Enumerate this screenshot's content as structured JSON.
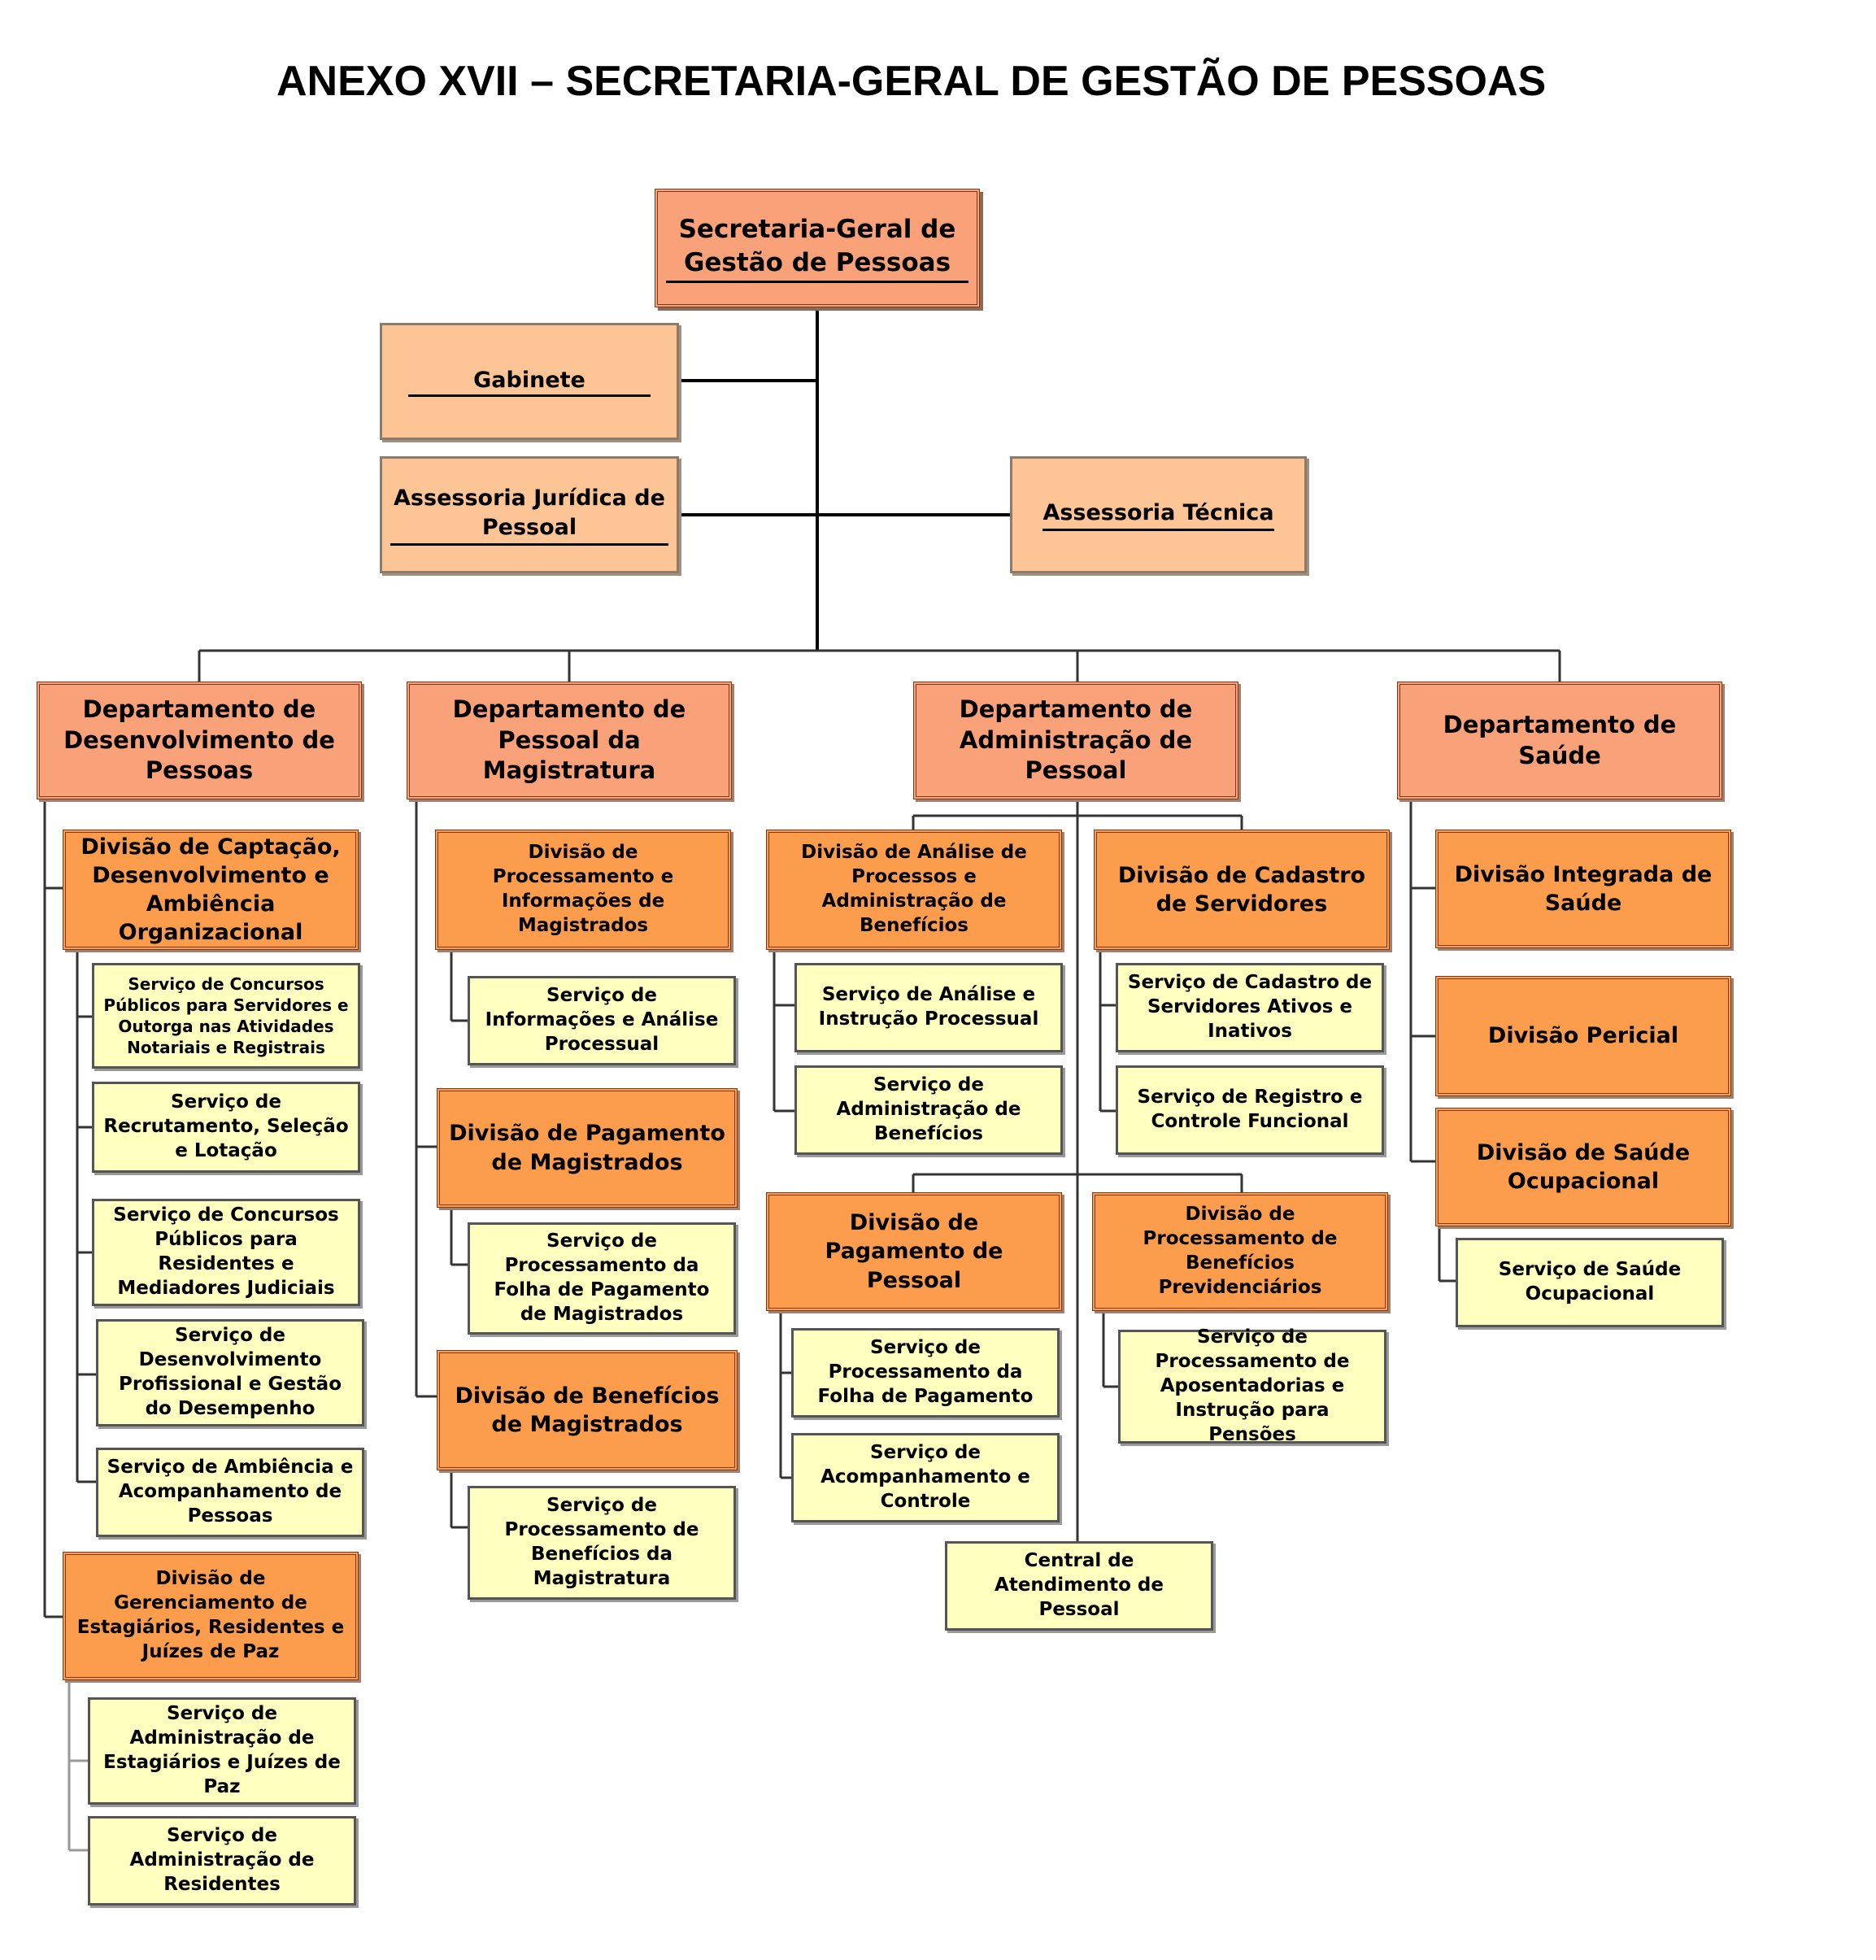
{
  "title": "ANEXO XVII – SECRETARIA-GERAL DE GESTÃO DE PESSOAS",
  "colors": {
    "top_box": "#f9a179",
    "staff_box": "#fdc596",
    "department_box": "#f9a179",
    "division_box": "#fb9d4d",
    "service_box": "#ffffbf"
  },
  "org": {
    "root": "Secretaria-Geral de Gestão de Pessoas",
    "gabinete": "Gabinete",
    "assessoria_juridica": "Assessoria Jurídica de Pessoal",
    "assessoria_tecnica": "Assessoria Técnica",
    "dept_desenvolvimento": {
      "name": "Departamento de Desenvolvimento de Pessoas",
      "div_captacao": "Divisão de Captação, Desenvolvimento e Ambiência Organizacional",
      "serv_concursos_servidores": "Serviço de Concursos Públicos para Servidores e Outorga nas Atividades Notariais e Registrais",
      "serv_recrutamento": "Serviço de Recrutamento, Seleção e Lotação",
      "serv_concursos_residentes": "Serviço de Concursos Públicos para Residentes e Mediadores Judiciais",
      "serv_desenvolvimento": "Serviço de Desenvolvimento Profissional e Gestão do Desempenho",
      "serv_ambiencia": "Serviço de Ambiência e Acompanhamento de Pessoas",
      "div_estagiarios": "Divisão de Gerenciamento de Estagiários, Residentes e Juízes de Paz",
      "serv_adm_estagiarios": "Serviço de Administração de Estagiários e Juízes de Paz",
      "serv_adm_residentes": "Serviço de Administração de Residentes"
    },
    "dept_magistratura": {
      "name": "Departamento de Pessoal da Magistratura",
      "div_processamento": "Divisão de Processamento e Informações de Magistrados",
      "serv_informacoes": "Serviço de Informações e Análise Processual",
      "div_pagamento": "Divisão de Pagamento de Magistrados",
      "serv_folha_magistrados": "Serviço de Processamento da Folha de Pagamento de Magistrados",
      "div_beneficios": "Divisão de Benefícios de Magistrados",
      "serv_beneficios_magistratura": "Serviço de Processamento de Benefícios da Magistratura"
    },
    "dept_administracao": {
      "name": "Departamento de Administração de Pessoal",
      "div_analise": "Divisão de Análise de Processos e Administração de Benefícios",
      "serv_analise": "Serviço de Análise e Instrução Processual",
      "serv_adm_beneficios": "Serviço de Administração de Benefícios",
      "div_cadastro": "Divisão de Cadastro de Servidores",
      "serv_cadastro": "Serviço de Cadastro de Servidores Ativos e Inativos",
      "serv_registro": "Serviço de Registro e Controle Funcional",
      "div_pagamento_pessoal": "Divisão de Pagamento de Pessoal",
      "serv_folha": "Serviço de Processamento da Folha de Pagamento",
      "serv_acompanhamento": "Serviço de Acompanhamento e Controle",
      "div_previdenciarios": "Divisão de Processamento de Benefícios Previdenciários",
      "serv_aposentadorias": "Serviço de Processamento de Aposentadorias e Instrução para Pensões",
      "central": "Central de Atendimento de Pessoal"
    },
    "dept_saude": {
      "name": "Departamento de Saúde",
      "div_integrada": "Divisão Integrada de Saúde",
      "div_pericial": "Divisão Pericial",
      "div_ocupacional": "Divisão de Saúde Ocupacional",
      "serv_ocupacional": "Serviço de Saúde Ocupacional"
    }
  }
}
